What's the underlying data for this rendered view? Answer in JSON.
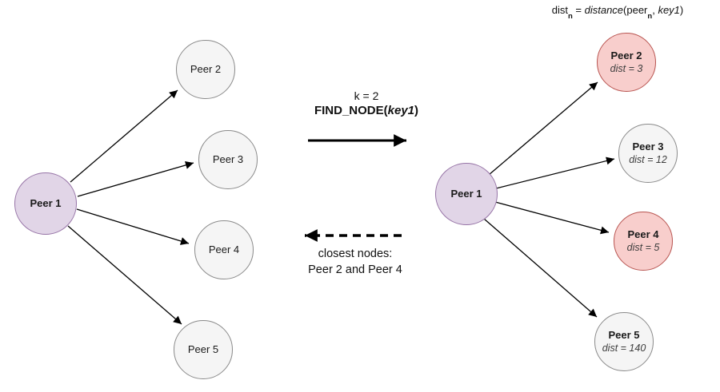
{
  "formula": {
    "dist": "dist",
    "sub_n1": "n",
    "equals": " = ",
    "distance_fn": "distance",
    "open_peer": "(peer",
    "sub_n2": "n",
    "comma": ", ",
    "key_arg": "key1",
    "close": ")"
  },
  "request": {
    "k_label": "k = 2",
    "fn_prefix": "FIND_NODE(",
    "fn_arg": "key1",
    "fn_suffix": ")"
  },
  "response": {
    "line1": "closest nodes:",
    "line2": "Peer 2 and Peer 4"
  },
  "left_graph": {
    "root": {
      "label": "Peer 1"
    },
    "nodes": [
      {
        "label": "Peer 2"
      },
      {
        "label": "Peer 3"
      },
      {
        "label": "Peer 4"
      },
      {
        "label": "Peer 5"
      }
    ]
  },
  "right_graph": {
    "root": {
      "label": "Peer 1"
    },
    "nodes": [
      {
        "label": "Peer 2",
        "dist": "dist = 3",
        "highlighted": true
      },
      {
        "label": "Peer 3",
        "dist": "dist = 12",
        "highlighted": false
      },
      {
        "label": "Peer 4",
        "dist": "dist = 5",
        "highlighted": true
      },
      {
        "label": "Peer 5",
        "dist": "dist = 140",
        "highlighted": false
      }
    ]
  },
  "colors": {
    "root_fill": "#e1d5e7",
    "root_stroke": "#9673a6",
    "node_fill": "#f5f5f5",
    "node_stroke": "#8a8a8a",
    "highlight_fill": "#f8cecc",
    "highlight_stroke": "#b85450",
    "arrow": "#000000"
  }
}
